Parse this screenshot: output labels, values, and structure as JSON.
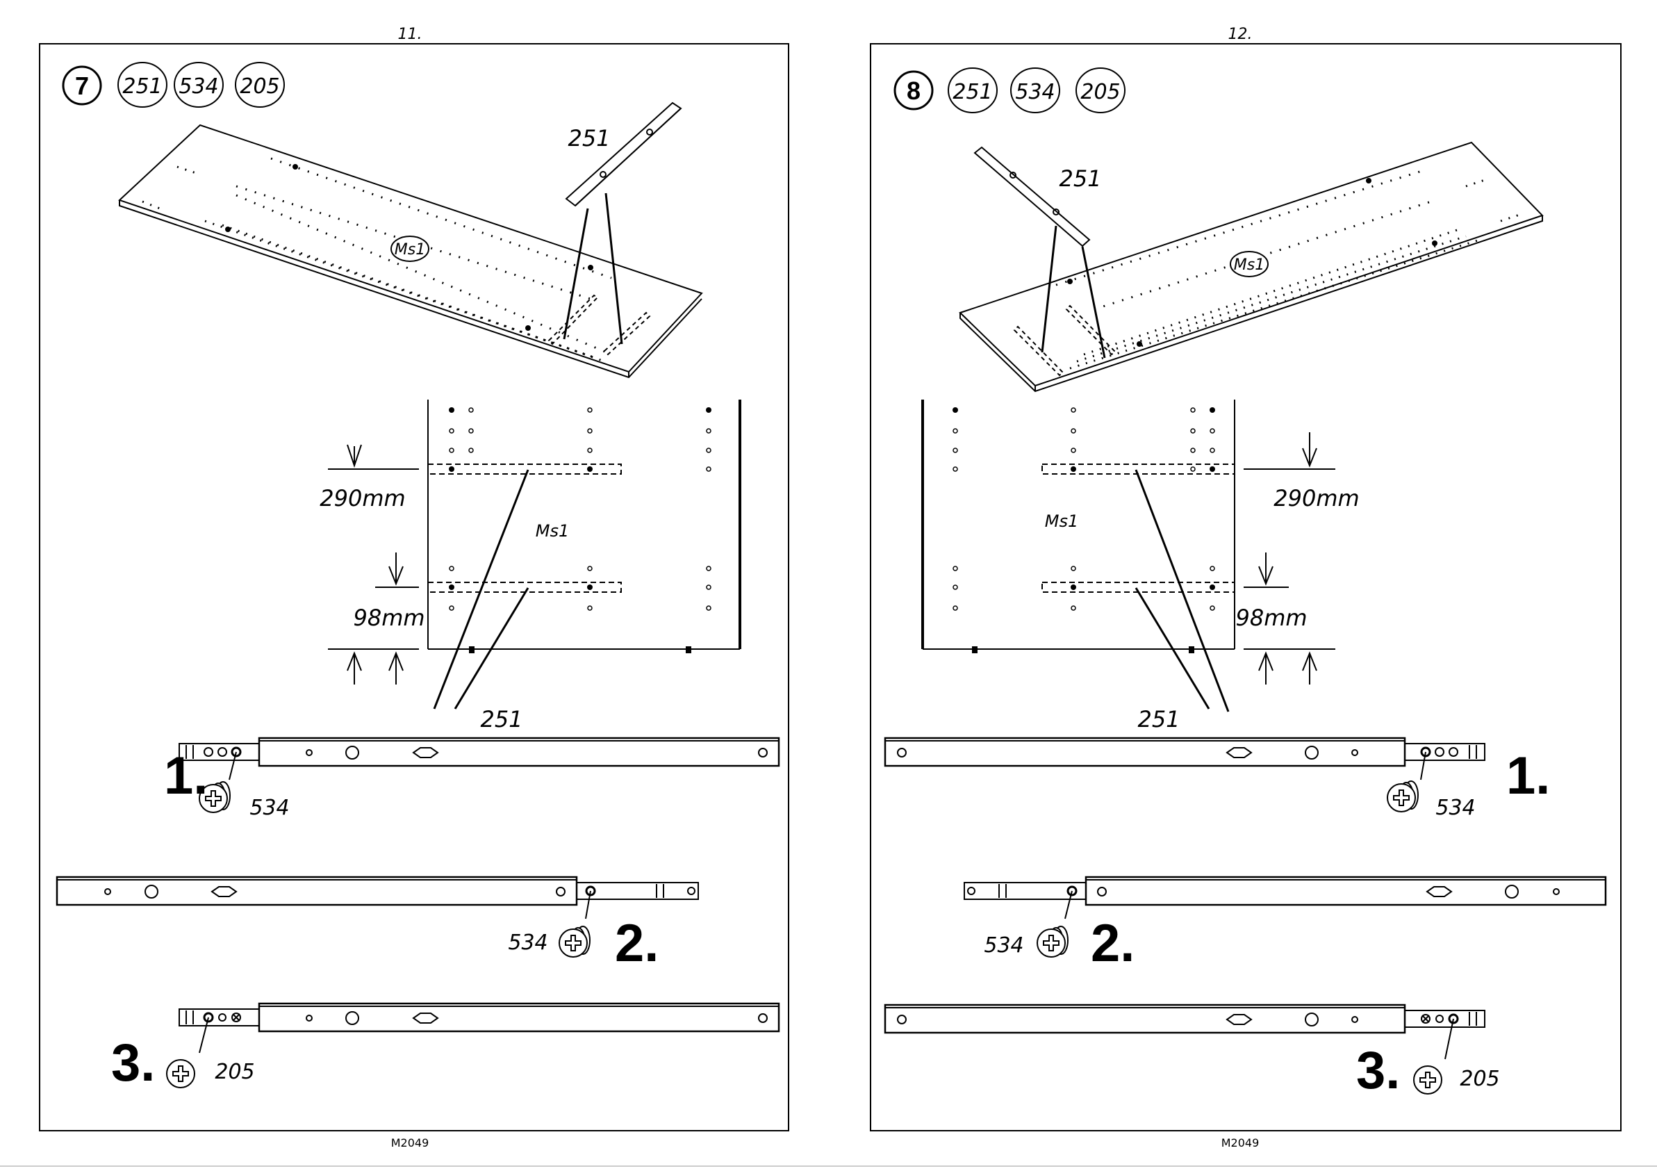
{
  "left_page": {
    "page_number": "11.",
    "step": "7",
    "part_codes": [
      "251",
      "534",
      "205"
    ],
    "panel_label": "Ms1",
    "rail_label": "251",
    "detail_label": "Ms1",
    "dim_upper": "290mm",
    "dim_lower": "98mm",
    "bottom_label": "251",
    "sub_steps": [
      {
        "num": "1.",
        "part": "534"
      },
      {
        "num": "2.",
        "part": "534"
      },
      {
        "num": "3.",
        "part": "205"
      }
    ],
    "footer": "M2049"
  },
  "right_page": {
    "page_number": "12.",
    "step": "8",
    "part_codes": [
      "251",
      "534",
      "205"
    ],
    "panel_label": "Ms1",
    "rail_label": "251",
    "detail_label": "Ms1",
    "dim_upper": "290mm",
    "dim_lower": "98mm",
    "bottom_label": "251",
    "sub_steps": [
      {
        "num": "1.",
        "part": "534"
      },
      {
        "num": "2.",
        "part": "534"
      },
      {
        "num": "3.",
        "part": "205"
      }
    ],
    "footer": "M2049"
  }
}
